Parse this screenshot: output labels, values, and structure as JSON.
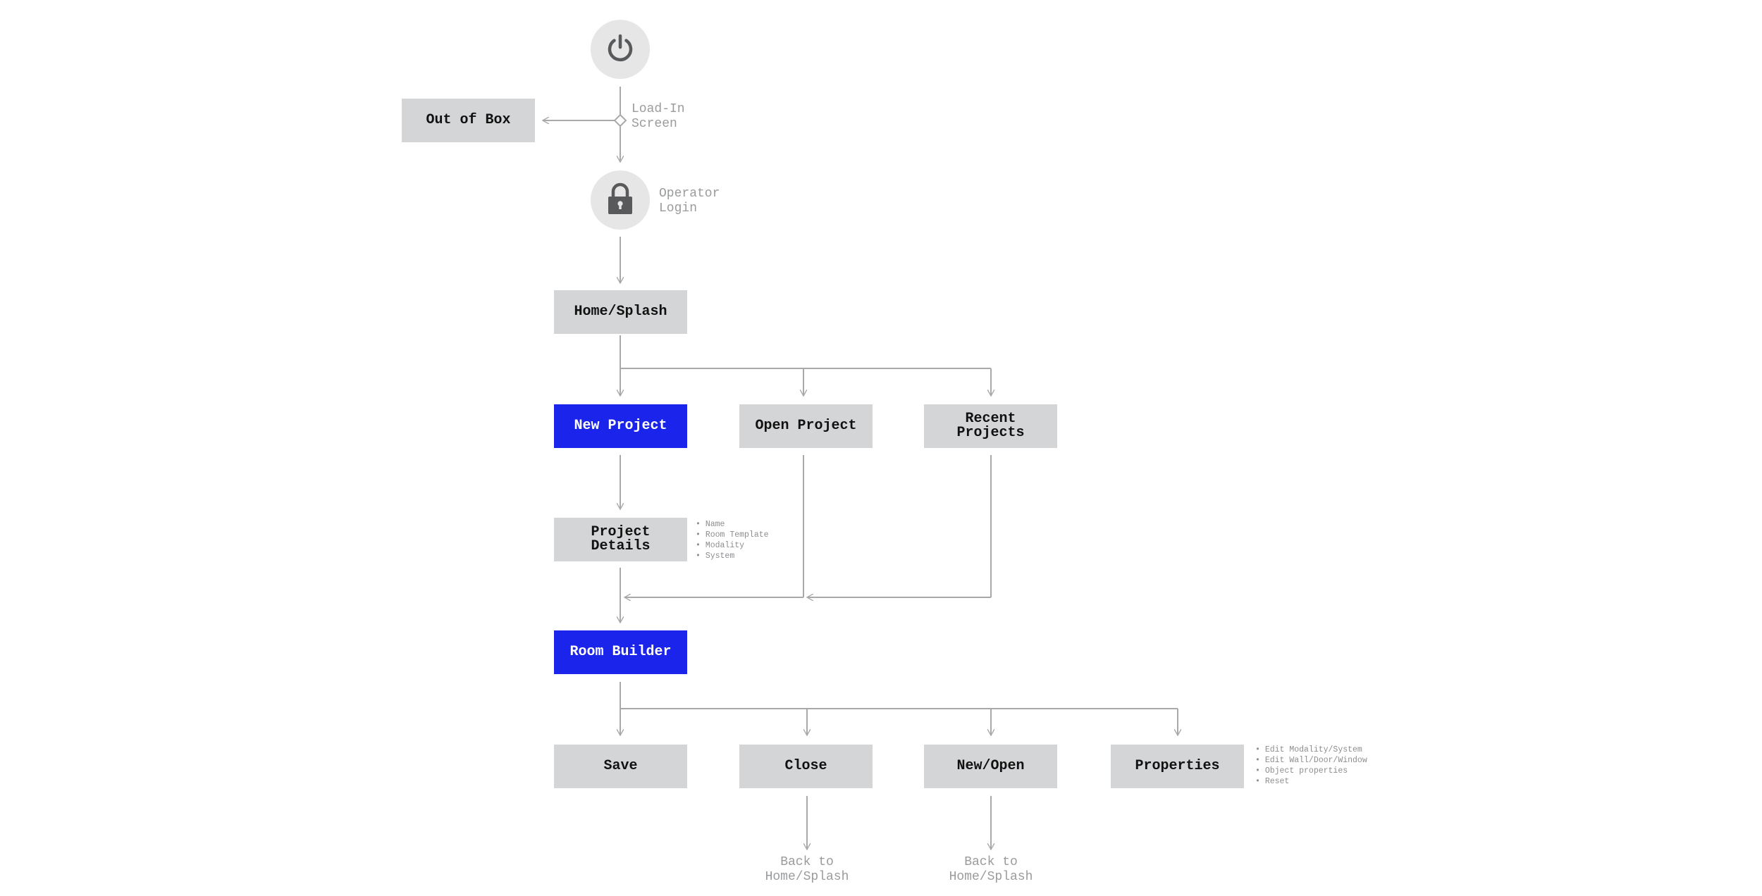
{
  "colors": {
    "box": "#d4d5d6",
    "accent": "#1b24ea",
    "line": "#a8a9ab",
    "text_muted": "#9a9b9d",
    "icon": "#58595b"
  },
  "icons": {
    "power": "power-icon",
    "lock": "lock-icon"
  },
  "nodes": {
    "out_of_box": "Out of Box",
    "load_in_screen": "Load-In\nScreen",
    "operator_login": "Operator\nLogin",
    "home_splash": "Home/Splash",
    "new_project": "New Project",
    "open_project": "Open Project",
    "recent_projects": "Recent\nProjects",
    "project_details": "Project\nDetails",
    "room_builder": "Room Builder",
    "save": "Save",
    "close": "Close",
    "new_open": "New/Open",
    "properties": "Properties",
    "back_to_home_1": "Back to\nHome/Splash",
    "back_to_home_2": "Back to\nHome/Splash"
  },
  "project_details_notes": [
    "Name",
    "Room Template",
    "Modality",
    "System"
  ],
  "properties_notes": [
    "Edit Modality/System",
    "Edit Wall/Door/Window",
    "Object properties",
    "Reset"
  ]
}
